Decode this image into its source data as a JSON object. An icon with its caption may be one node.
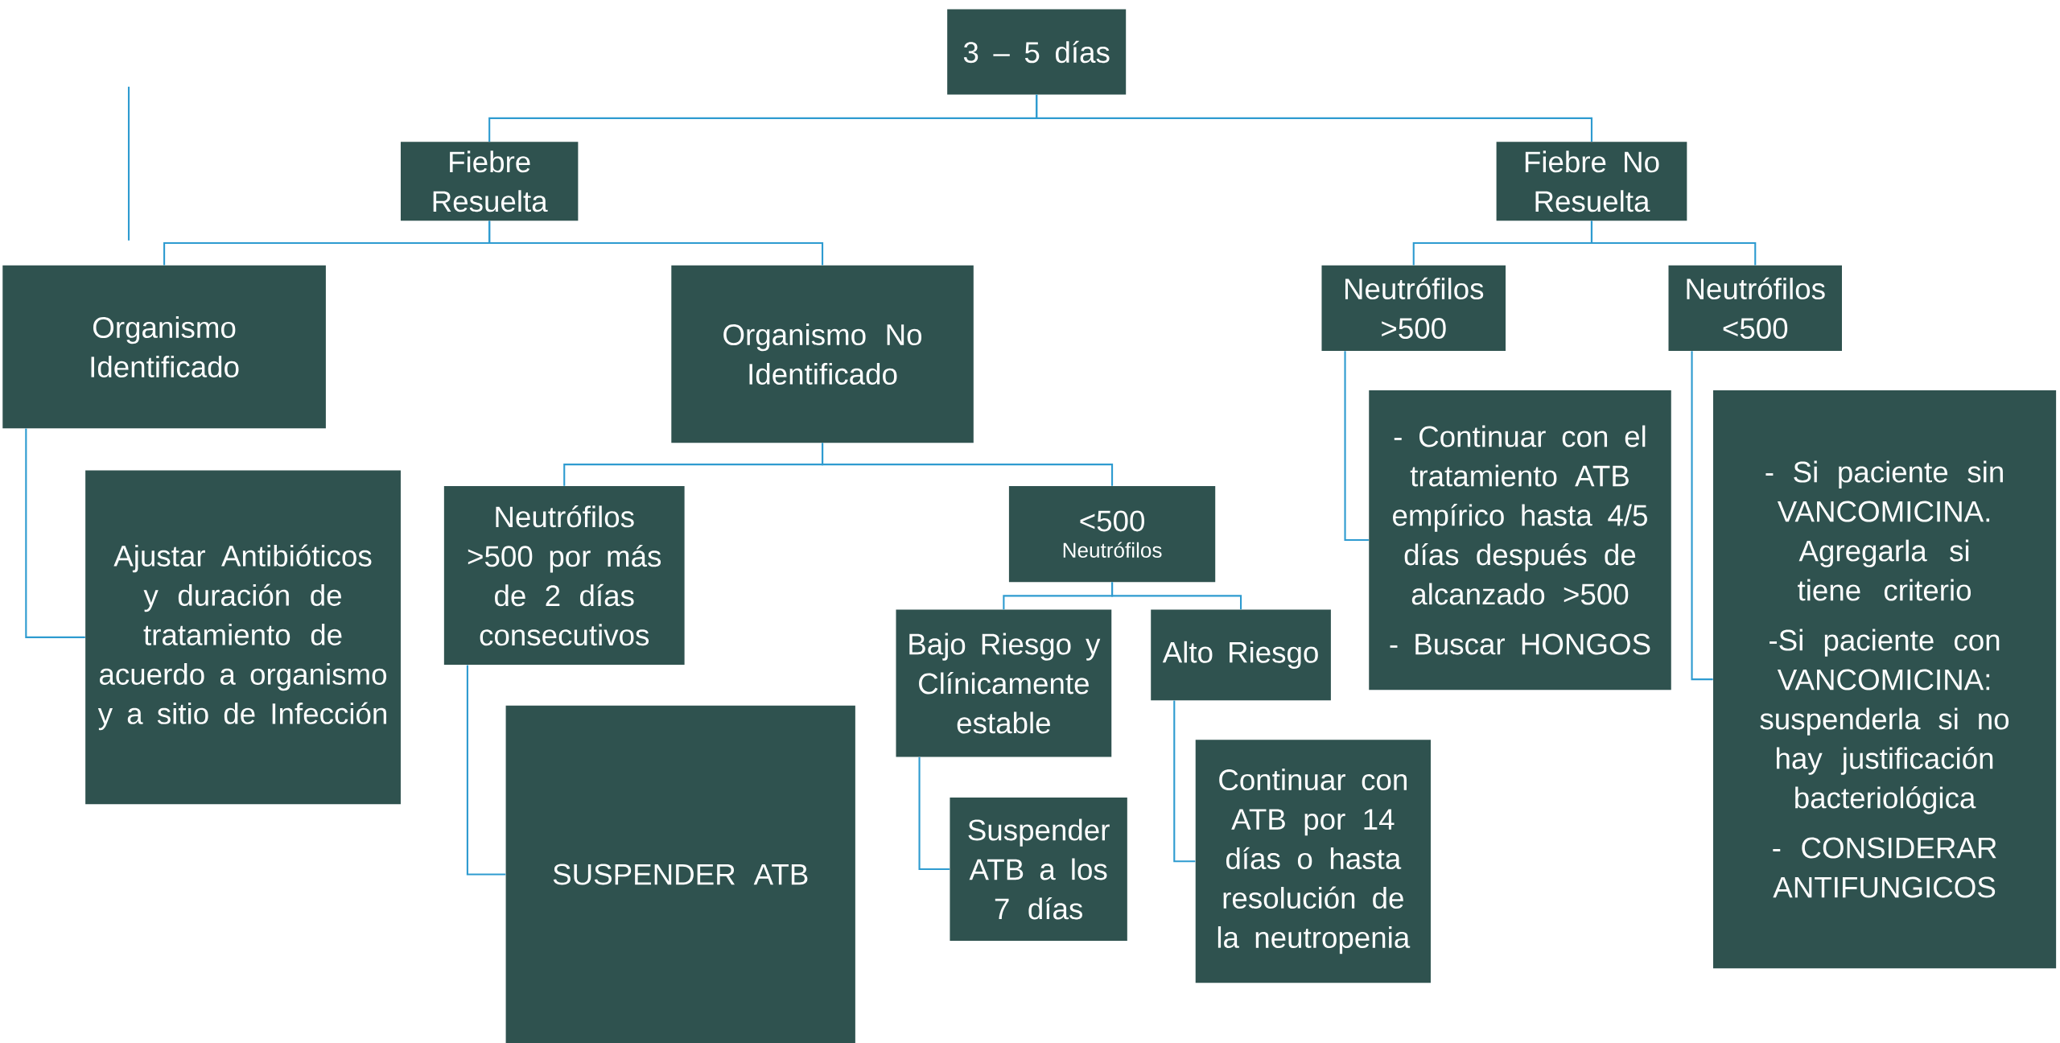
{
  "diagram": {
    "nodes": [
      {
        "text": [
          "3 – 5 días"
        ]
      },
      {
        "text": [
          "Fiebre Resuelta"
        ]
      },
      {
        "text": [
          "Fiebre No Resuelta"
        ]
      },
      {
        "text": [
          "Organismo Identificado"
        ]
      },
      {
        "text": [
          "Ajustar Antibióticos y duración de tratamiento de acuerdo a organismo y a sitio de Infección"
        ]
      },
      {
        "text": [
          "Organismo No Identificado"
        ]
      },
      {
        "text": [
          "Neutrófilos >500 por más de 2 días consecutivos"
        ]
      },
      {
        "text": [
          "<500",
          "Neutrófilos"
        ]
      },
      {
        "text": [
          "SUSPENDER ATB"
        ]
      },
      {
        "text": [
          "Bajo Riesgo y Clínicamente estable"
        ]
      },
      {
        "text": [
          "Alto Riesgo"
        ]
      },
      {
        "text": [
          "Suspender ATB a los 7 días"
        ]
      },
      {
        "text": [
          "Continuar con ATB por 14 días o hasta resolución de la neutropenia"
        ]
      },
      {
        "text": [
          "Neutrófilos >500"
        ]
      },
      {
        "text": [
          "Neutrófilos <500"
        ]
      },
      {
        "text": [
          "- Continuar con el tratamiento ATB empírico hasta 4/5 días después de alcanzado >500",
          "- Buscar HONGOS"
        ]
      },
      {
        "text": [
          "- Si paciente sin VANCOMICINA. Agregarla si tiene criterio",
          "-Si paciente con VANCOMICINA: suspenderla si no hay justificación bacteriológica",
          "- CONSIDERAR ANTIFUNGICOS"
        ]
      }
    ],
    "edges": [
      {
        "from": 0,
        "to": 1,
        "arrow": "none"
      },
      {
        "from": 0,
        "to": 2,
        "arrow": "none"
      },
      {
        "from": 1,
        "to": 3,
        "arrow": "none"
      },
      {
        "from": 1,
        "to": 5,
        "arrow": "none"
      },
      {
        "from": 3,
        "to": 4,
        "arrow": "none"
      },
      {
        "from": 5,
        "to": 6,
        "arrow": "none"
      },
      {
        "from": 5,
        "to": 7,
        "arrow": "none"
      },
      {
        "from": 6,
        "to": 8,
        "arrow": "none"
      },
      {
        "from": 7,
        "to": 9,
        "arrow": "none"
      },
      {
        "from": 7,
        "to": 10,
        "arrow": "none"
      },
      {
        "from": 9,
        "to": 11,
        "arrow": "none"
      },
      {
        "from": 10,
        "to": 12,
        "arrow": "none"
      },
      {
        "from": 2,
        "to": 13,
        "arrow": "none"
      },
      {
        "from": 2,
        "to": 14,
        "arrow": "none"
      },
      {
        "from": 13,
        "to": 15,
        "arrow": "none"
      },
      {
        "from": 14,
        "to": 16,
        "arrow": "none"
      }
    ]
  }
}
